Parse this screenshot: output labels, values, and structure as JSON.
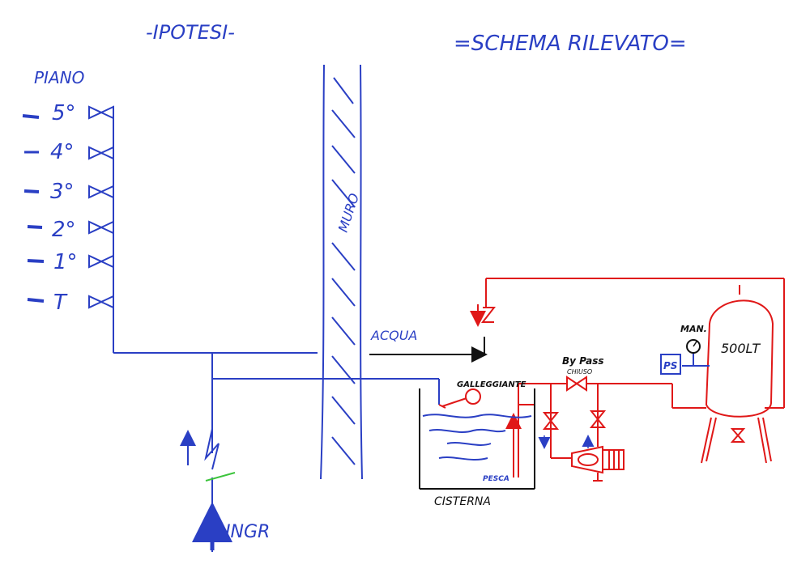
{
  "titles": {
    "left": "-IPOTESI-",
    "right": "=SCHEMA RILEVATO="
  },
  "floors": {
    "header": "PIANO",
    "items": [
      "5°",
      "4°",
      "3°",
      "2°",
      "1°",
      "T"
    ]
  },
  "labels": {
    "wall": "MURO",
    "water": "ACQUA",
    "float_valve": "GALLEGGIANTE",
    "bypass": "By Pass",
    "bypass_state": "CHIUSO",
    "gauge": "MAN.",
    "pressure_switch": "PS",
    "tank": "500LT",
    "cistern": "CISTERNA",
    "suction": "PESCA",
    "inlet": "INGR"
  },
  "colors": {
    "blue": "#2a3fc4",
    "red": "#e01818",
    "black": "#111111",
    "green": "#3cc43c"
  }
}
